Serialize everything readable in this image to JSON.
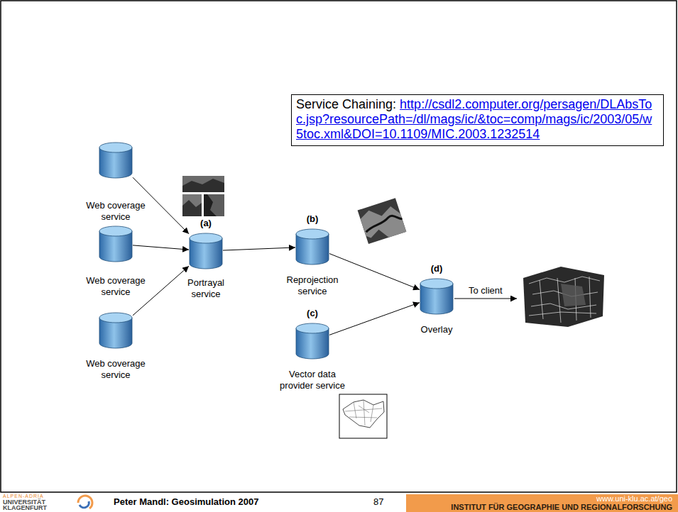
{
  "diagram": {
    "nodes": [
      {
        "text": [
          "Service Chaining:",
          "http://csdl2.computer.org/persagen/DLAbsToc.jsp?resourcePath=/dl/mags/ic/&toc=comp/mags/ic/2003/05/w5toc.xml&DOI=10.1109/MIC.2003.1232514"
        ]
      },
      {
        "text": [
          "Web coverage service"
        ]
      },
      {
        "text": [
          "Web coverage service"
        ]
      },
      {
        "text": [
          "Web coverage service"
        ]
      },
      {
        "text": [
          "(a)",
          "Portrayal service"
        ]
      },
      {
        "text": [
          "(b)",
          "Reprojection service"
        ]
      },
      {
        "text": [
          "(c)",
          "Vector data provider service"
        ]
      },
      {
        "text": [
          "(d)",
          "Overlay"
        ]
      }
    ],
    "edges": [
      {
        "from": 1,
        "to": 4,
        "arrow": "to"
      },
      {
        "from": 2,
        "to": 4,
        "arrow": "to"
      },
      {
        "from": 3,
        "to": 4,
        "arrow": "to"
      },
      {
        "from": 4,
        "to": 5,
        "arrow": "to"
      },
      {
        "from": 5,
        "to": 7,
        "arrow": "to"
      },
      {
        "from": 6,
        "to": 7,
        "arrow": "to"
      }
    ],
    "labels": [
      "To client",
      "ALPEN-ADRIA",
      "UNIVERSITÄT",
      "KLAGENFURT",
      "Peter Mandl: Geosimulation 2007",
      "87",
      "www.uni-klu.ac.at/geo",
      "INSTITUT FÜR GEOGRAPHIE UND REGIONALFORSCHUNG"
    ]
  }
}
